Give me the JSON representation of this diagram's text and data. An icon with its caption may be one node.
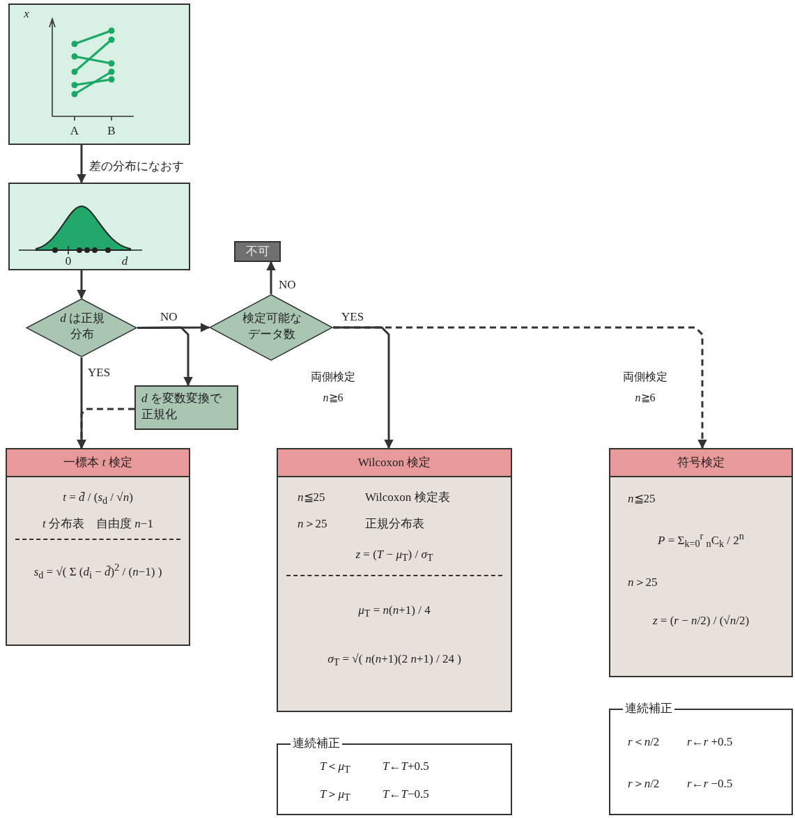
{
  "diagram": {
    "nodes": [
      {
        "text": [
          "x",
          "A",
          "B"
        ]
      },
      {
        "text": [
          "0",
          "d"
        ]
      },
      {
        "text": [
          "*d* は正規分布"
        ]
      },
      {
        "text": [
          "検定可能なデータ数"
        ]
      },
      {
        "text": [
          "不可"
        ]
      },
      {
        "text": [
          "*d* を変数変換で正規化"
        ]
      },
      {
        "text": [
          "一標本 *t* 検定",
          "*t* = *d̄* / (*s*$_{d}$ / √*n*)",
          "*t* 分布表　自由度 *n*−1",
          "*s*$_{d}$ = √( Σ (*d*$_{i}$ − *d̄*)$^{2}$ / (*n*−1) )"
        ]
      },
      {
        "text": [
          "Wilcoxon 検定",
          "*n*≦25",
          "Wilcoxon 検定表",
          "*n*＞25",
          "正規分布表",
          "*z* = (*T* − *μ*$_{T}$) / *σ*$_{T}$",
          "*μ*$_{T}$ = *n*(*n*+1) / 4",
          "*σ*$_{T}$ = √( *n*(*n*+1)(2 *n*+1) / 24 )"
        ]
      },
      {
        "text": [
          "符号検定",
          "*n*≦25",
          "*P* = Σ$_{k=0}$$^{r}$ $_{n}$C$_{k}$ / 2$^{n}$",
          "*n*＞25",
          "*z* = (*r* − *n*/2) / (√*n*/2)"
        ]
      },
      {
        "text": [
          "連続補正",
          "*T*＜*μ*$_{T}$",
          "*T*←*T*+0.5",
          "*T*＞*μ*$_{T}$",
          "*T*←*T*−0.5"
        ]
      },
      {
        "text": [
          "連続補正",
          "*r*＜*n*/2",
          "*r*←*r* +0.5",
          "*r*＞*n*/2",
          "*r*←*r* −0.5"
        ]
      }
    ],
    "edges": [
      {
        "from": 0,
        "to": 1,
        "arrow": "to",
        "label": "差の分布になおす"
      },
      {
        "from": 1,
        "to": 2,
        "arrow": "to"
      },
      {
        "from": 2,
        "to": 6,
        "arrow": "to",
        "label": "YES"
      },
      {
        "from": 2,
        "to": 3,
        "arrow": "to",
        "label": "NO"
      },
      {
        "from": 2,
        "to": 5,
        "arrow": "to"
      },
      {
        "from": 5,
        "to": 6,
        "arrow": "to",
        "style": "dashed"
      },
      {
        "from": 3,
        "to": 4,
        "arrow": "to",
        "label": "NO"
      },
      {
        "from": 3,
        "to": 7,
        "arrow": "to",
        "label": "YES"
      },
      {
        "from": 3,
        "to": 8,
        "arrow": "to",
        "style": "dashed"
      }
    ],
    "labels": [
      "両側検定 *n*≧6",
      "両側検定 *n*≧6"
    ]
  }
}
